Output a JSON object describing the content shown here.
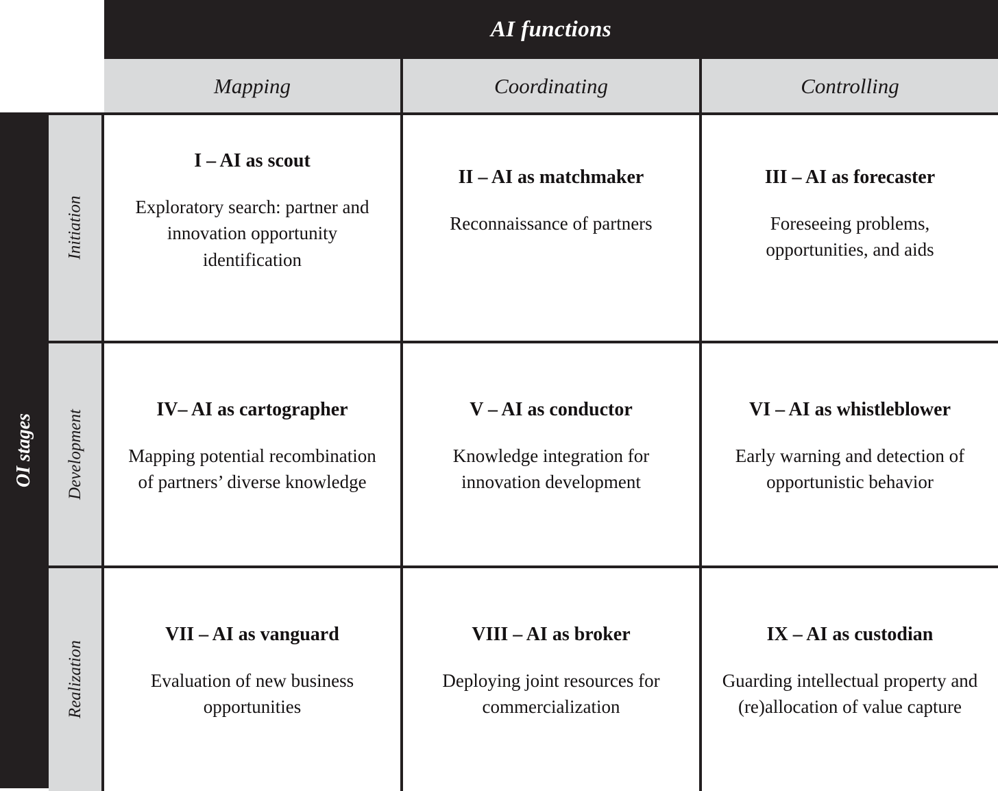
{
  "colors": {
    "dark": "#231F20",
    "gray": "#D9DADB",
    "white": "#FFFFFF",
    "text": "#141112"
  },
  "column_header": {
    "title": "AI functions",
    "functions": [
      "Mapping",
      "Coordinating",
      "Controlling"
    ]
  },
  "row_header": {
    "title": "OI stages",
    "stages": [
      "Initiation",
      "Development",
      "Realization"
    ]
  },
  "chart_data": {
    "type": "table",
    "title": "AI functions",
    "xlabel": "AI functions",
    "ylabel": "OI stages",
    "columns": [
      "Mapping",
      "Coordinating",
      "Controlling"
    ],
    "rows": [
      "Initiation",
      "Development",
      "Realization"
    ]
  },
  "matrix": [
    {
      "stage": "Initiation",
      "cells": [
        {
          "id": "I",
          "title": "I – AI as scout",
          "description": "Exploratory search: partner and innovation opportunity identification"
        },
        {
          "id": "II",
          "title": "II – AI as matchmaker",
          "description": "Reconnaissance of partners"
        },
        {
          "id": "III",
          "title": "III – AI as forecaster",
          "description": "Foreseeing problems, opportunities, and aids"
        }
      ]
    },
    {
      "stage": "Development",
      "cells": [
        {
          "id": "IV",
          "title": "IV– AI as cartographer",
          "description": "Mapping potential recombination of partners’ diverse knowledge"
        },
        {
          "id": "V",
          "title": "V – AI as conductor",
          "description": "Knowledge integration for innovation development"
        },
        {
          "id": "VI",
          "title": "VI – AI as whistleblower",
          "description": "Early warning and detection of opportunistic behavior"
        }
      ]
    },
    {
      "stage": "Realization",
      "cells": [
        {
          "id": "VII",
          "title": "VII – AI as vanguard",
          "description": "Evaluation of new business opportunities"
        },
        {
          "id": "VIII",
          "title": "VIII – AI as broker",
          "description": "Deploying joint resources for commercialization"
        },
        {
          "id": "IX",
          "title": "IX – AI as custodian",
          "description": "Guarding intellectual property and (re)allocation of value capture"
        }
      ]
    }
  ]
}
